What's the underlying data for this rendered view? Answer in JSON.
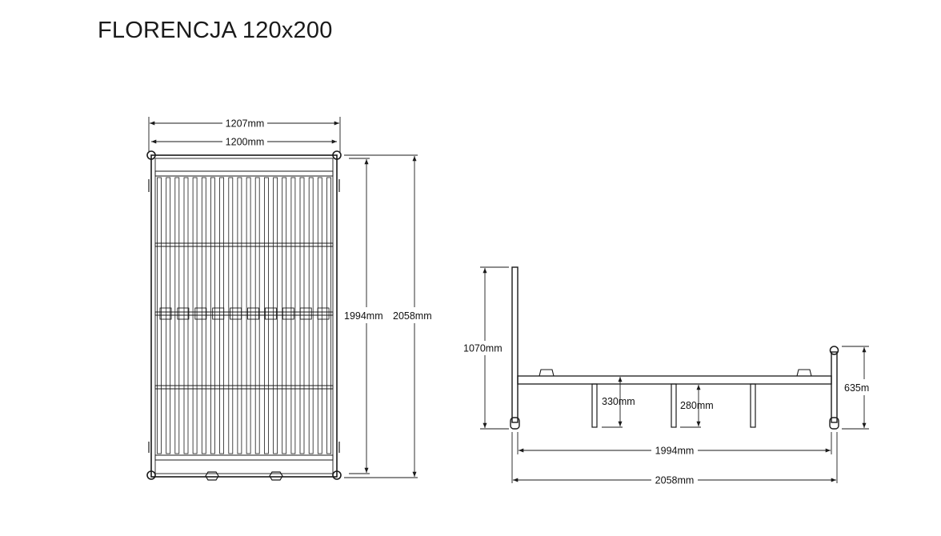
{
  "title": "FLORENCJA 120x200",
  "top_view": {
    "width_outer": "1207mm",
    "width_inner": "1200mm",
    "length_inner": "1994mm",
    "length_outer": "2058mm"
  },
  "side_view": {
    "headboard_height": "1070mm",
    "footboard_height": "635m",
    "under_frame_height": "330mm",
    "leg_height": "280mm",
    "length_inner": "1994mm",
    "length_outer": "2058mm"
  }
}
